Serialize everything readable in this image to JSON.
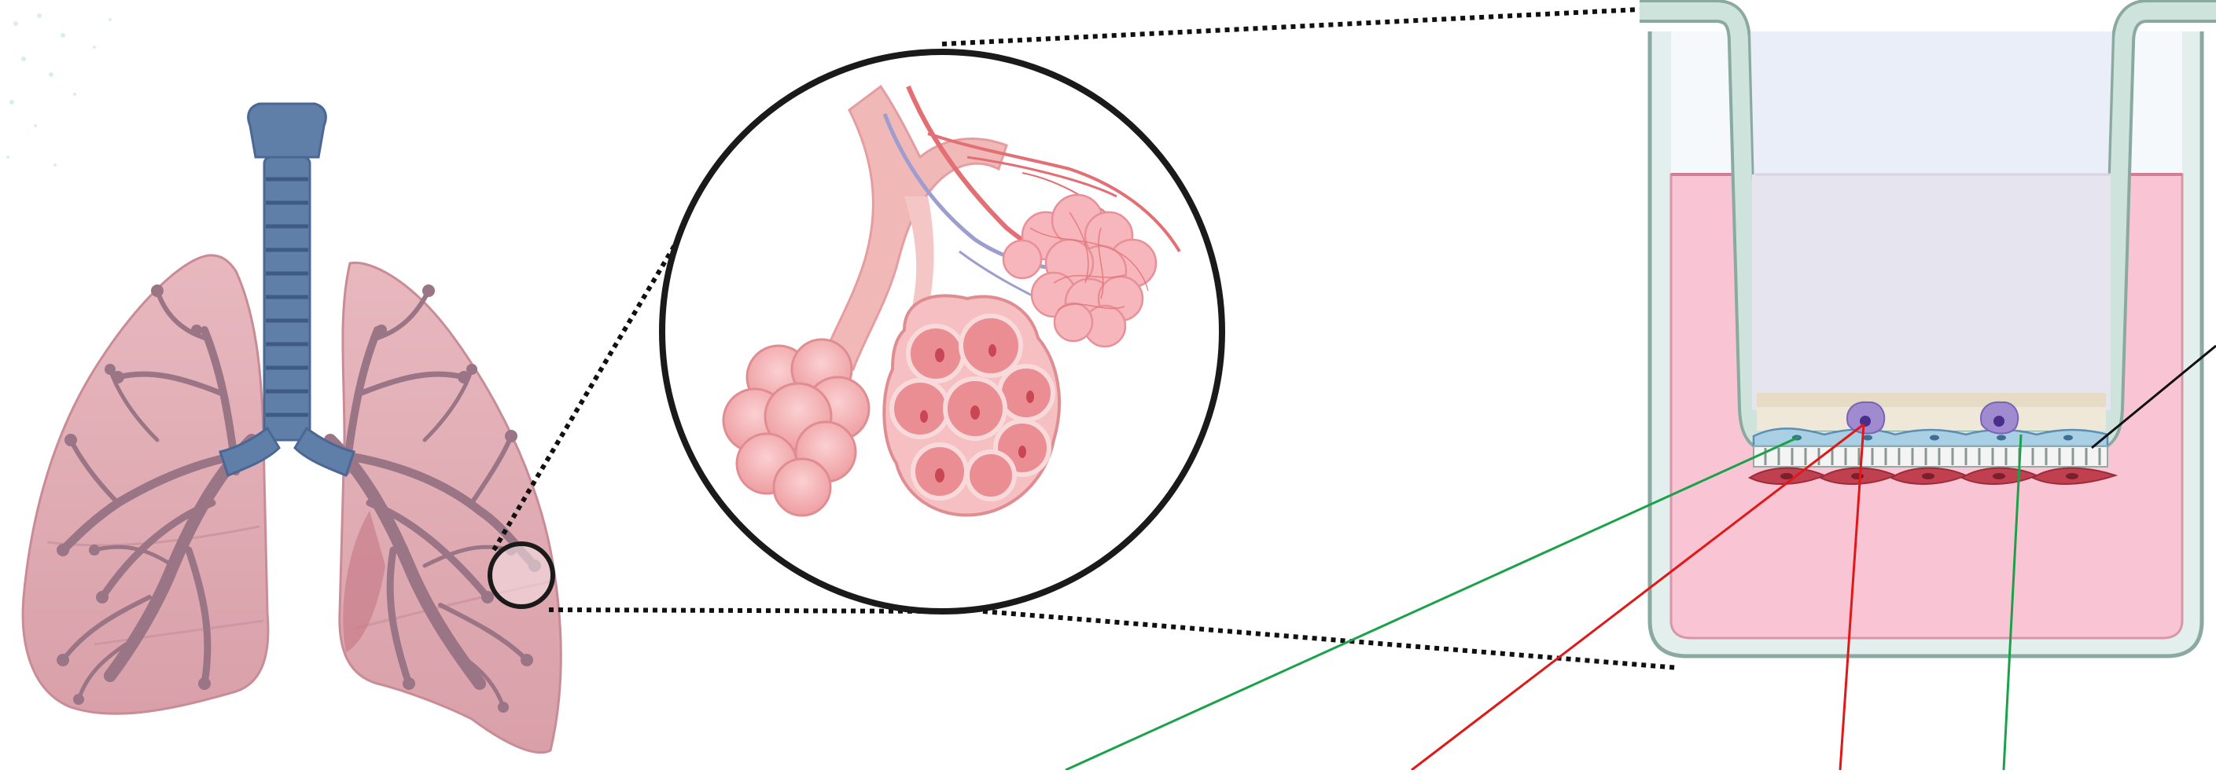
{
  "figure": {
    "panels": [
      "lungs",
      "alveoli-zoom",
      "transwell-insert"
    ],
    "colors": {
      "lung_fill": "#e2adb5",
      "lung_tree": "#9a7585",
      "trachea": "#5f7ea8",
      "alveolus": "#f2a9ac",
      "insert_wall": "#cfe3dd",
      "medium": "#f9c4d4",
      "epithelial_cells": "#a9cfe4",
      "endothelial_cells": "#c0404f",
      "immune_cells": "#a08ad0",
      "leader_green": "#1aa24a",
      "leader_red": "#e01818",
      "leader_black": "#111111"
    }
  }
}
